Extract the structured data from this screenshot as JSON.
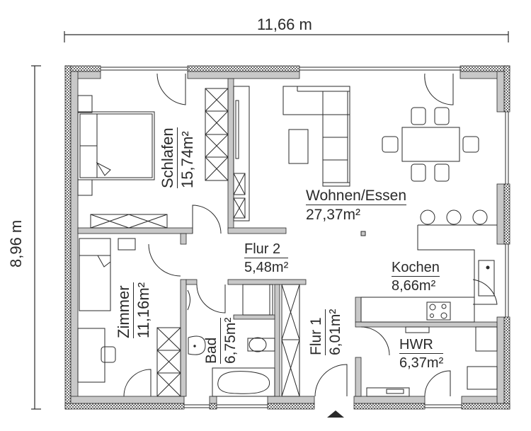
{
  "plan": {
    "dimensions": {
      "width": "11,66 m",
      "depth": "8,96 m"
    },
    "rooms": [
      {
        "id": "schlafen",
        "name": "Schlafen",
        "area": "15,74m²"
      },
      {
        "id": "wohnen",
        "name": "Wohnen/Essen",
        "area": "27,37m²"
      },
      {
        "id": "flur2",
        "name": "Flur 2",
        "area": "5,48m²"
      },
      {
        "id": "kochen",
        "name": "Kochen",
        "area": "8,66m²"
      },
      {
        "id": "zimmer",
        "name": "Zimmer",
        "area": "11,16m²"
      },
      {
        "id": "bad",
        "name": "Bad",
        "area": "6,75m²"
      },
      {
        "id": "flur1",
        "name": "Flur 1",
        "area": "6,01m²"
      },
      {
        "id": "hwr",
        "name": "HWR",
        "area": "6,37m²"
      }
    ],
    "entrance_marker": "entrance-arrow",
    "colors": {
      "wall_fill": "#c8c8c8",
      "line": "#2a2a2a",
      "insulation": "#8a8a8a"
    }
  }
}
